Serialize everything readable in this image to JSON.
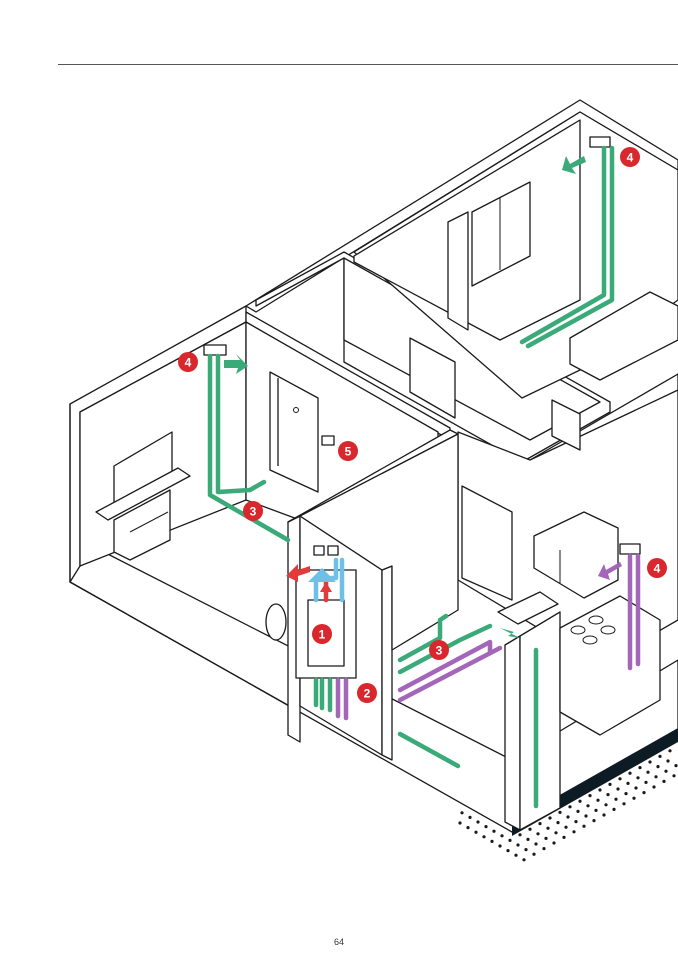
{
  "page": {
    "number": "64"
  },
  "colors": {
    "supply_green": "#3aaa78",
    "extract_purple": "#a466b8",
    "hot_red": "#e23a3a",
    "cold_blue": "#6ec0e8",
    "badge_red": "#d8282e",
    "floor_edge": "#0d1b24",
    "dots": "#1a1a1a"
  },
  "markers": [
    {
      "label": "1",
      "icon": "unit-marker"
    },
    {
      "label": "2",
      "icon": "duct-marker"
    },
    {
      "label": "3",
      "icon": "duct-marker"
    },
    {
      "label": "4",
      "icon": "vent-marker"
    },
    {
      "label": "5",
      "icon": "controller-marker"
    }
  ],
  "badges": [
    {
      "label": "4"
    },
    {
      "label": "4"
    },
    {
      "label": "5"
    },
    {
      "label": "3"
    },
    {
      "label": "1"
    },
    {
      "label": "2"
    },
    {
      "label": "3"
    },
    {
      "label": "4"
    }
  ]
}
